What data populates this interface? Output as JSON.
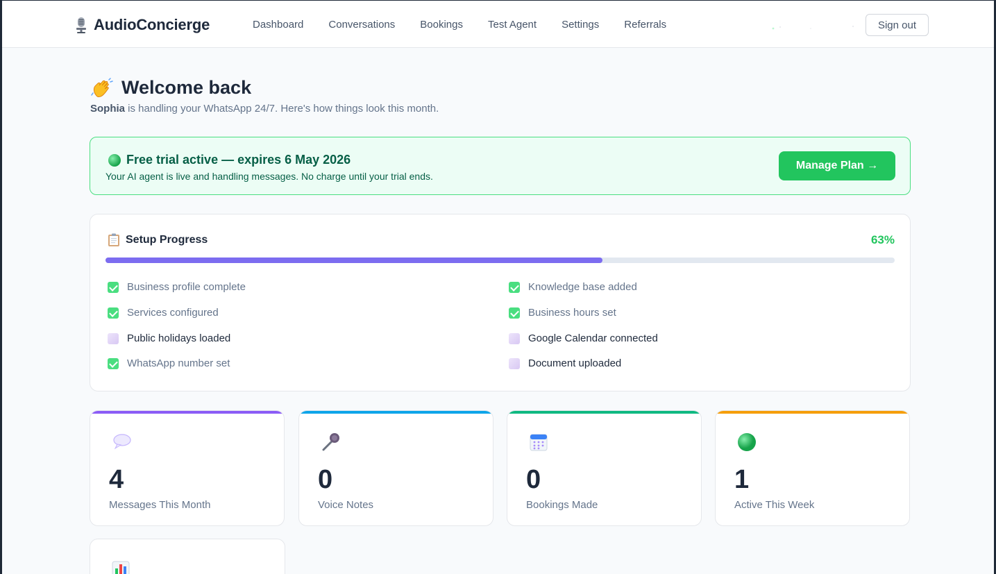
{
  "header": {
    "brand": "AudioConcierge",
    "nav": [
      "Dashboard",
      "Conversations",
      "Bookings",
      "Test Agent",
      "Settings",
      "Referrals"
    ],
    "signout_label": "Sign out"
  },
  "welcome": {
    "title": "Welcome back",
    "agent_name": "Sophia",
    "subtitle_rest": " is handling your WhatsApp 24/7. Here's how things look this month."
  },
  "trial": {
    "title": "Free trial active — expires 6 May 2026",
    "description": "Your AI agent is live and handling messages. No charge until your trial ends.",
    "button_label": "Manage Plan →"
  },
  "setup": {
    "title": "Setup Progress",
    "percent_label": "63%",
    "progress": 0.63,
    "tasks": [
      {
        "label": "Business profile complete",
        "done": true
      },
      {
        "label": "Knowledge base added",
        "done": true
      },
      {
        "label": "Services configured",
        "done": true
      },
      {
        "label": "Business hours set",
        "done": true
      },
      {
        "label": "Public holidays loaded",
        "done": false
      },
      {
        "label": "Google Calendar connected",
        "done": false
      },
      {
        "label": "WhatsApp number set",
        "done": true
      },
      {
        "label": "Document uploaded",
        "done": false
      }
    ]
  },
  "stats": [
    {
      "value": "4",
      "label": "Messages This Month",
      "icon": "speech-bubble-icon",
      "accent": "#8b5cf6"
    },
    {
      "value": "0",
      "label": "Voice Notes",
      "icon": "microphone-icon",
      "accent": "#0ea5e9"
    },
    {
      "value": "0",
      "label": "Bookings Made",
      "icon": "calendar-icon",
      "accent": "#10b981"
    },
    {
      "value": "1",
      "label": "Active This Week",
      "icon": "green-circle-icon",
      "accent": "#f59e0b"
    }
  ],
  "colors": {
    "brand_green": "#22c55e",
    "progress_fill": "#7c6cf0",
    "text_dark": "#1e293b"
  }
}
